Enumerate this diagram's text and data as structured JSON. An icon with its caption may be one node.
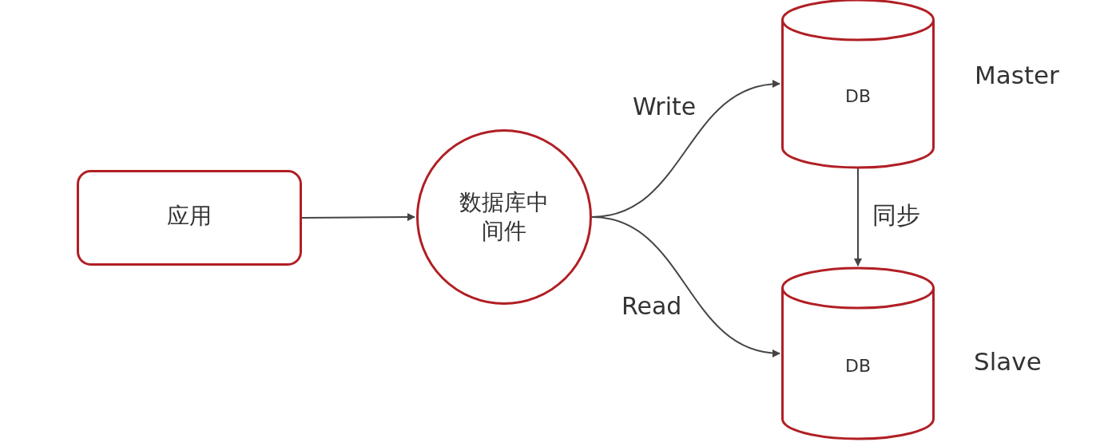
{
  "diagram": {
    "nodes": [
      {
        "text": [
          "应用"
        ]
      },
      {
        "text": [
          "数据库中间件"
        ]
      },
      {
        "text": [
          "DB"
        ],
        "beside": [
          "Master"
        ]
      },
      {
        "text": [
          "DB"
        ],
        "beside": [
          "Slave"
        ]
      }
    ],
    "edges": [
      {
        "from": 0,
        "to": 1,
        "arrow": "to"
      },
      {
        "from": 1,
        "to": 2,
        "arrow": "to",
        "label": "Write"
      },
      {
        "from": 1,
        "to": 3,
        "arrow": "to",
        "label": "Read"
      },
      {
        "from": 2,
        "to": 3,
        "arrow": "to",
        "label": "同步"
      }
    ]
  }
}
